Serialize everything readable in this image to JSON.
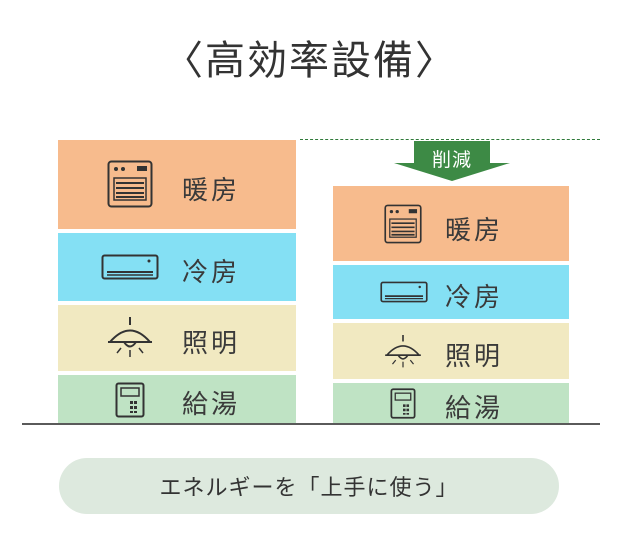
{
  "title": "〈高効率設備〉",
  "reduction_label": "削減",
  "footer": "エネルギーを「上手に使う」",
  "colors": {
    "heating": "#f7bb8d",
    "cooling": "#84e0f4",
    "lighting": "#f1e9c1",
    "hot_water": "#bfe3c4",
    "arrow": "#3d8a45"
  },
  "before": [
    {
      "label": "暖房",
      "icon": "heater-icon"
    },
    {
      "label": "冷房",
      "icon": "air-conditioner-icon"
    },
    {
      "label": "照明",
      "icon": "ceiling-lamp-icon"
    },
    {
      "label": "給湯",
      "icon": "water-heater-panel-icon"
    }
  ],
  "after": [
    {
      "label": "暖房",
      "icon": "heater-icon"
    },
    {
      "label": "冷房",
      "icon": "air-conditioner-icon"
    },
    {
      "label": "照明",
      "icon": "ceiling-lamp-icon"
    },
    {
      "label": "給湯",
      "icon": "water-heater-panel-icon"
    }
  ]
}
